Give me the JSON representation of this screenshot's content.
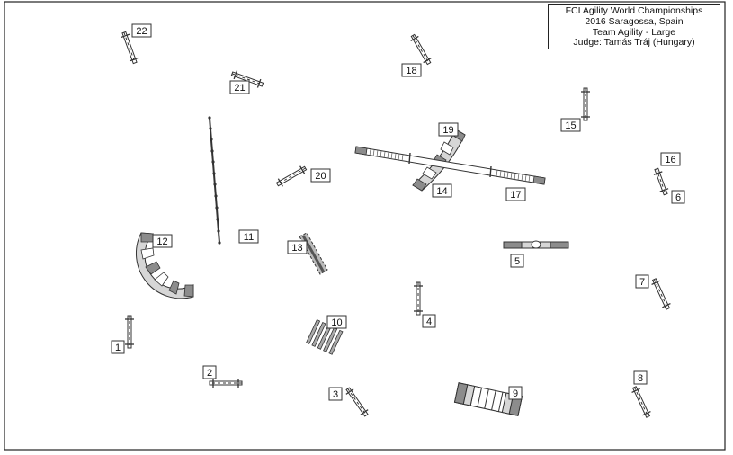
{
  "header": {
    "line1": "FCI Agility World Championships",
    "line2": "2016  Saragossa, Spain",
    "line3": "Team Agility - Large",
    "line4": "Judge: Tamás Tráj (Hungary)"
  },
  "obstacles": {
    "n1": "1",
    "n2": "2",
    "n3": "3",
    "n4": "4",
    "n5": "5",
    "n6": "6",
    "n7": "7",
    "n8": "8",
    "n9": "9",
    "n10": "10",
    "n11": "11",
    "n12": "12",
    "n13": "13",
    "n14": "14",
    "n15": "15",
    "n16": "16",
    "n17": "17",
    "n18": "18",
    "n19": "19",
    "n20": "20",
    "n21": "21",
    "n22": "22"
  },
  "colors": {
    "stroke": "#333333",
    "tunnel_dark": "#8c8c8c",
    "tunnel_light": "#d6d6d6"
  }
}
